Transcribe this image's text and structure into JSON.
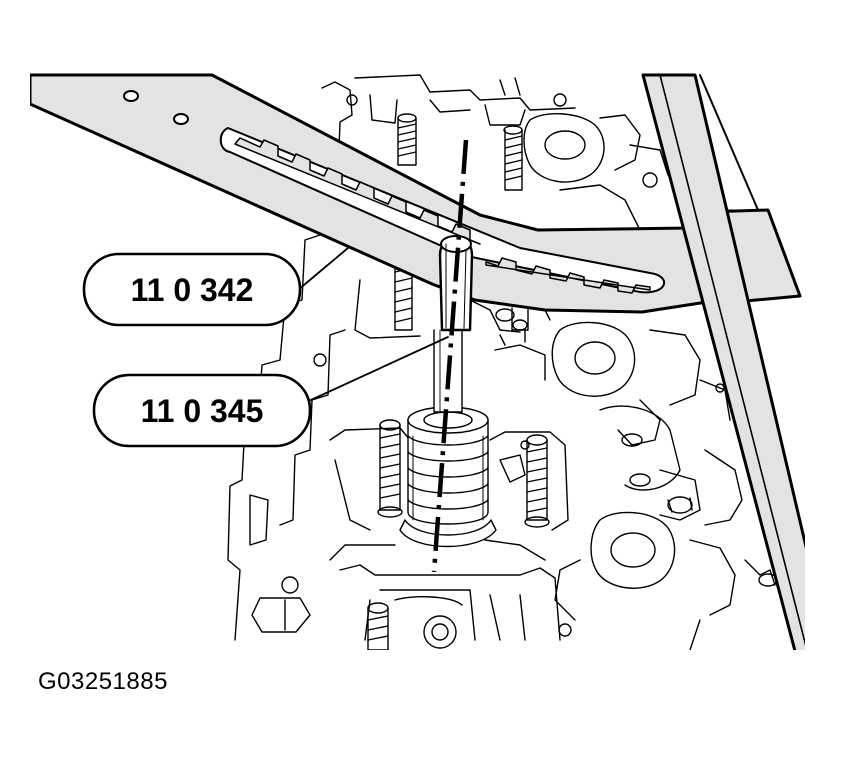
{
  "callouts": [
    {
      "label": "11 0 342"
    },
    {
      "label": "11 0 345"
    }
  ],
  "figure_id": "G03251885",
  "colors": {
    "ink": "#000000",
    "tool_fill": "#e3e3e3",
    "background": "#ffffff"
  }
}
